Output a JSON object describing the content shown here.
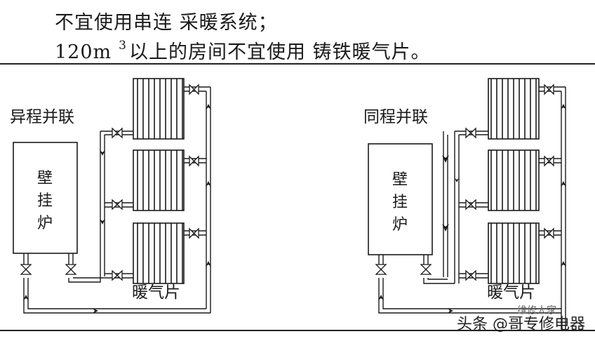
{
  "header": {
    "line1": "不宜使用串连 采暖系统；",
    "line2_pre": "120m",
    "line2_sup": "3",
    "line2_post": "以上的房间不宜使用 铸铁暖气片。"
  },
  "left": {
    "title": "异程并联",
    "boiler": [
      "壁",
      "挂",
      "炉"
    ],
    "radiator_label": "暖气片"
  },
  "right": {
    "title": "同程并联",
    "boiler": [
      "壁",
      "挂",
      "炉"
    ],
    "radiator_label": "暖气片"
  },
  "watermark": {
    "small": "维修人家",
    "main": "头条 @哥专修电器"
  }
}
